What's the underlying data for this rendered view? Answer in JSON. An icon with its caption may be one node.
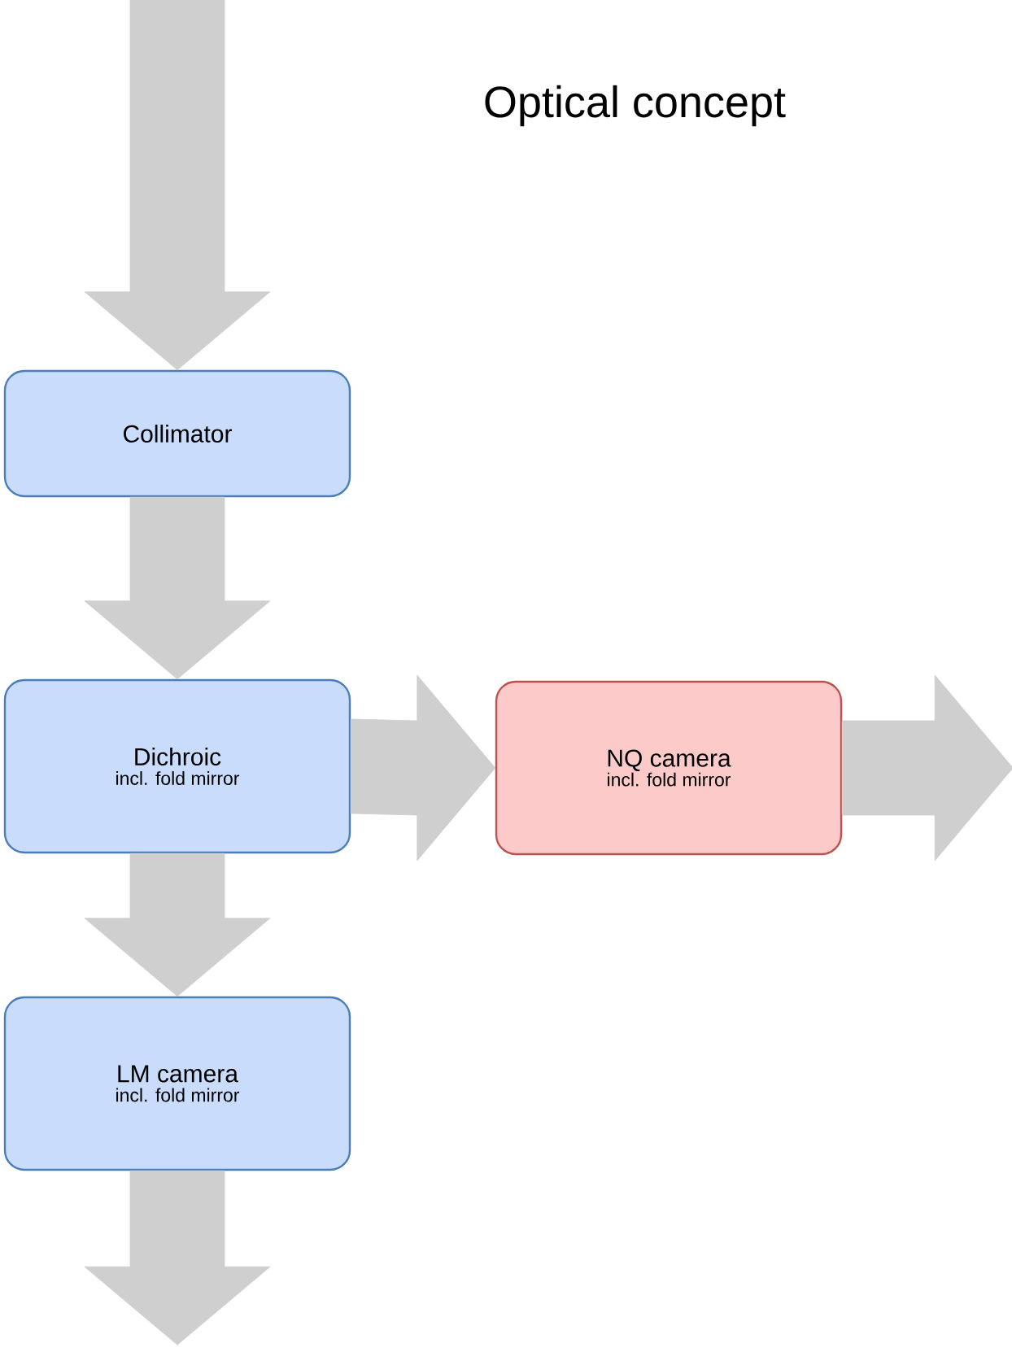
{
  "diagram": {
    "title": "Optical concept",
    "nodes": [
      {
        "text": [
          "Collimator"
        ]
      },
      {
        "text": [
          "Dichroic",
          "incl. fold mirror"
        ]
      },
      {
        "text": [
          "NQ camera",
          "incl. fold mirror"
        ]
      },
      {
        "text": [
          "LM camera",
          "incl. fold mirror"
        ]
      }
    ],
    "edges": [
      {
        "from": null,
        "to": 0,
        "arrow": "to"
      },
      {
        "from": 0,
        "to": 1,
        "arrow": "to"
      },
      {
        "from": 1,
        "to": 2,
        "arrow": "to"
      },
      {
        "from": 2,
        "to": null,
        "arrow": "to"
      },
      {
        "from": 1,
        "to": 3,
        "arrow": "to"
      },
      {
        "from": 3,
        "to": null,
        "arrow": "to"
      }
    ]
  }
}
